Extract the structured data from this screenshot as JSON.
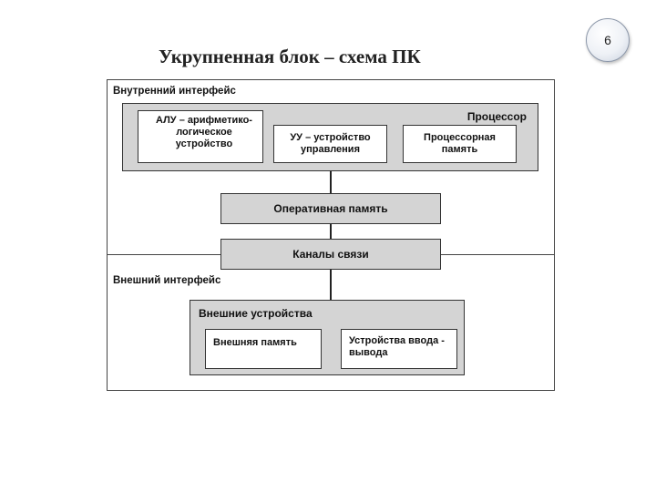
{
  "title": "Укрупненная блок – схема ПК",
  "page_number": "6",
  "internal_interface": {
    "label": "Внутренний интерфейс",
    "processor": {
      "label": "Процессор",
      "alu": "АЛУ – арифметико-логическое устройство",
      "cu": "УУ – устройство управления",
      "processor_memory": "Процессорная память"
    },
    "ram": "Оперативная память",
    "channels": "Каналы связи"
  },
  "external_interface": {
    "label": "Внешний интерфейс",
    "devices": {
      "label": "Внешние устройства",
      "external_memory": "Внешняя память",
      "io_devices": "Устройства ввода - вывода"
    }
  }
}
